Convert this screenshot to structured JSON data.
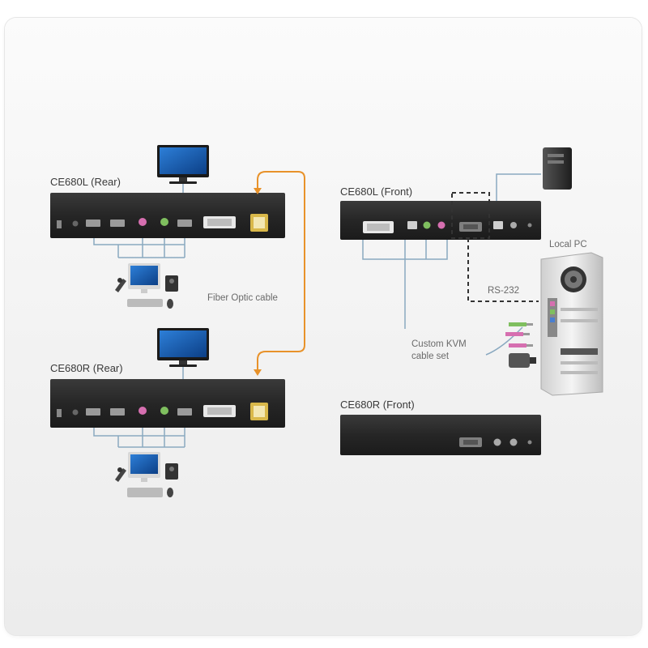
{
  "labels": {
    "ce680l_rear": "CE680L (Rear)",
    "ce680r_rear": "CE680R (Rear)",
    "ce680l_front": "CE680L (Front)",
    "ce680r_front": "CE680R (Front)",
    "fiber_optic_cable": "Fiber Optic cable",
    "local_pc": "Local PC",
    "rs232": "RS-232",
    "custom_kvm_line1": "Custom KVM",
    "custom_kvm_line2": "cable set"
  },
  "colors": {
    "device_body": "#2b2b2b",
    "fiber_cable": "#e8922a",
    "connection_line": "#8aa9c0",
    "rs232_line": "#333333"
  }
}
